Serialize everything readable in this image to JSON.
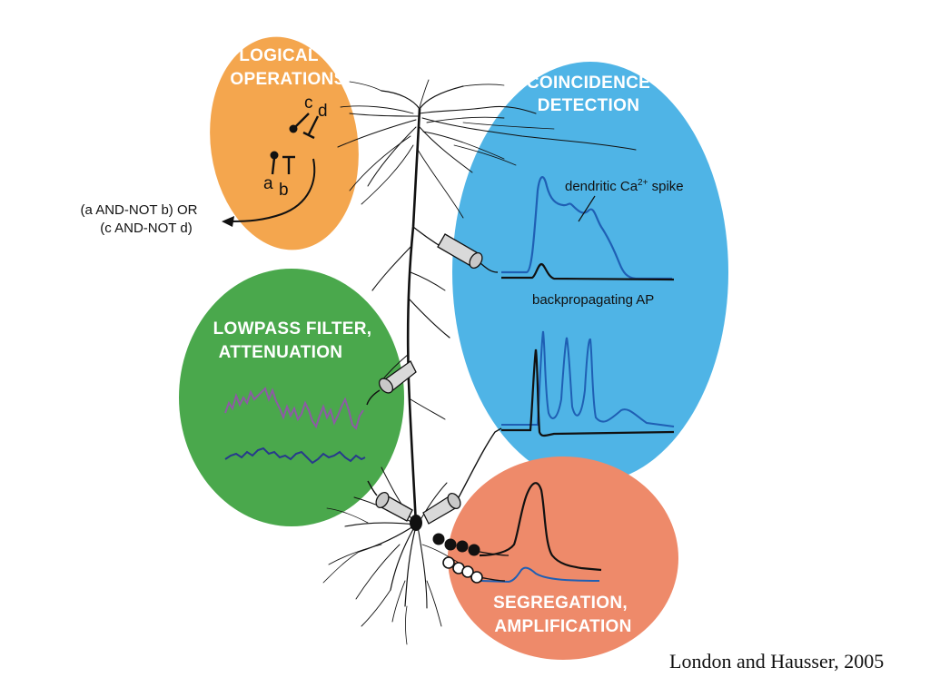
{
  "colors": {
    "logical": "#f4a64e",
    "coincidence": "#4fb4e6",
    "lowpass": "#4aa84c",
    "segregation": "#ee8a6a",
    "neuron": "#111111",
    "trace_blue": "#1f5fb4",
    "trace_purple": "#8e5aa6",
    "trace_navy": "#273a8c"
  },
  "panels": {
    "logical": {
      "title_line1": "LOGICAL",
      "title_line2": "OPERATIONS"
    },
    "coincidence": {
      "title_line1": "COINCIDENCE",
      "title_line2": "DETECTION"
    },
    "lowpass": {
      "title_line1": "LOWPASS FILTER,",
      "title_line2": "ATTENUATION"
    },
    "segregation": {
      "title_line1": "SEGREGATION,",
      "title_line2": "AMPLIFICATION"
    }
  },
  "synapse_labels": {
    "a": "a",
    "b": "b",
    "c": "c",
    "d": "d"
  },
  "logic_output": {
    "line1": "(a AND-NOT b) OR",
    "line2": "(c AND-NOT d)"
  },
  "traces": {
    "ca_spike_prefix": "dendritic Ca",
    "ca_spike_sup": "2+",
    "ca_spike_suffix": " spike",
    "bap": "backpropagating AP"
  },
  "citation": "London and Hausser, 2005",
  "icons": [
    "electrode-icon",
    "excitatory-synapse-icon",
    "inhibitory-synapse-icon"
  ]
}
